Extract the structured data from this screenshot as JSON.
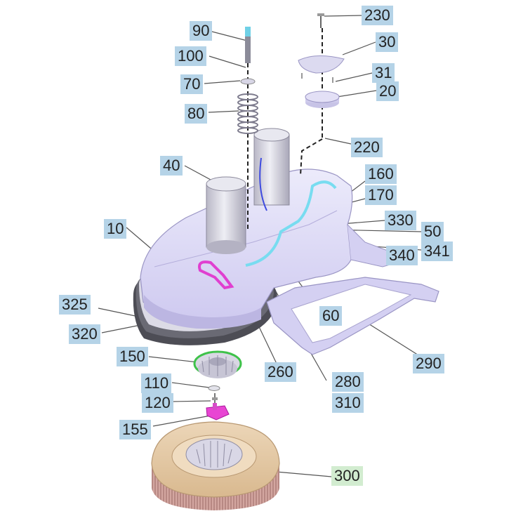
{
  "diagram": {
    "title": "",
    "colors": {
      "body": "#e4e0f8",
      "body_shade": "#c9c3ea",
      "motor": "#d6d4e2",
      "brush_plate": "#e3c9a6",
      "bristles": "#c6938f",
      "label_bg": "#b5d3e7",
      "label_highlight_bg": "#d2ecd0",
      "accent_magenta": "#e040d0",
      "accent_cyan": "#78dcf0",
      "ring_green": "#3fc24a"
    },
    "callouts": [
      {
        "id": "230",
        "highlight": false
      },
      {
        "id": "90",
        "highlight": false
      },
      {
        "id": "30",
        "highlight": false
      },
      {
        "id": "100",
        "highlight": false
      },
      {
        "id": "31",
        "highlight": false
      },
      {
        "id": "70",
        "highlight": false
      },
      {
        "id": "20",
        "highlight": false
      },
      {
        "id": "80",
        "highlight": false
      },
      {
        "id": "220",
        "highlight": false
      },
      {
        "id": "40",
        "highlight": false
      },
      {
        "id": "160",
        "highlight": false
      },
      {
        "id": "170",
        "highlight": false
      },
      {
        "id": "330",
        "highlight": false
      },
      {
        "id": "10",
        "highlight": false
      },
      {
        "id": "50",
        "highlight": false
      },
      {
        "id": "341",
        "highlight": false
      },
      {
        "id": "340",
        "highlight": false
      },
      {
        "id": "325",
        "highlight": false
      },
      {
        "id": "60",
        "highlight": false
      },
      {
        "id": "320",
        "highlight": false
      },
      {
        "id": "150",
        "highlight": false
      },
      {
        "id": "260",
        "highlight": false
      },
      {
        "id": "290",
        "highlight": false
      },
      {
        "id": "280",
        "highlight": false
      },
      {
        "id": "310",
        "highlight": false
      },
      {
        "id": "110",
        "highlight": false
      },
      {
        "id": "120",
        "highlight": false
      },
      {
        "id": "155",
        "highlight": false
      },
      {
        "id": "300",
        "highlight": true
      }
    ]
  }
}
